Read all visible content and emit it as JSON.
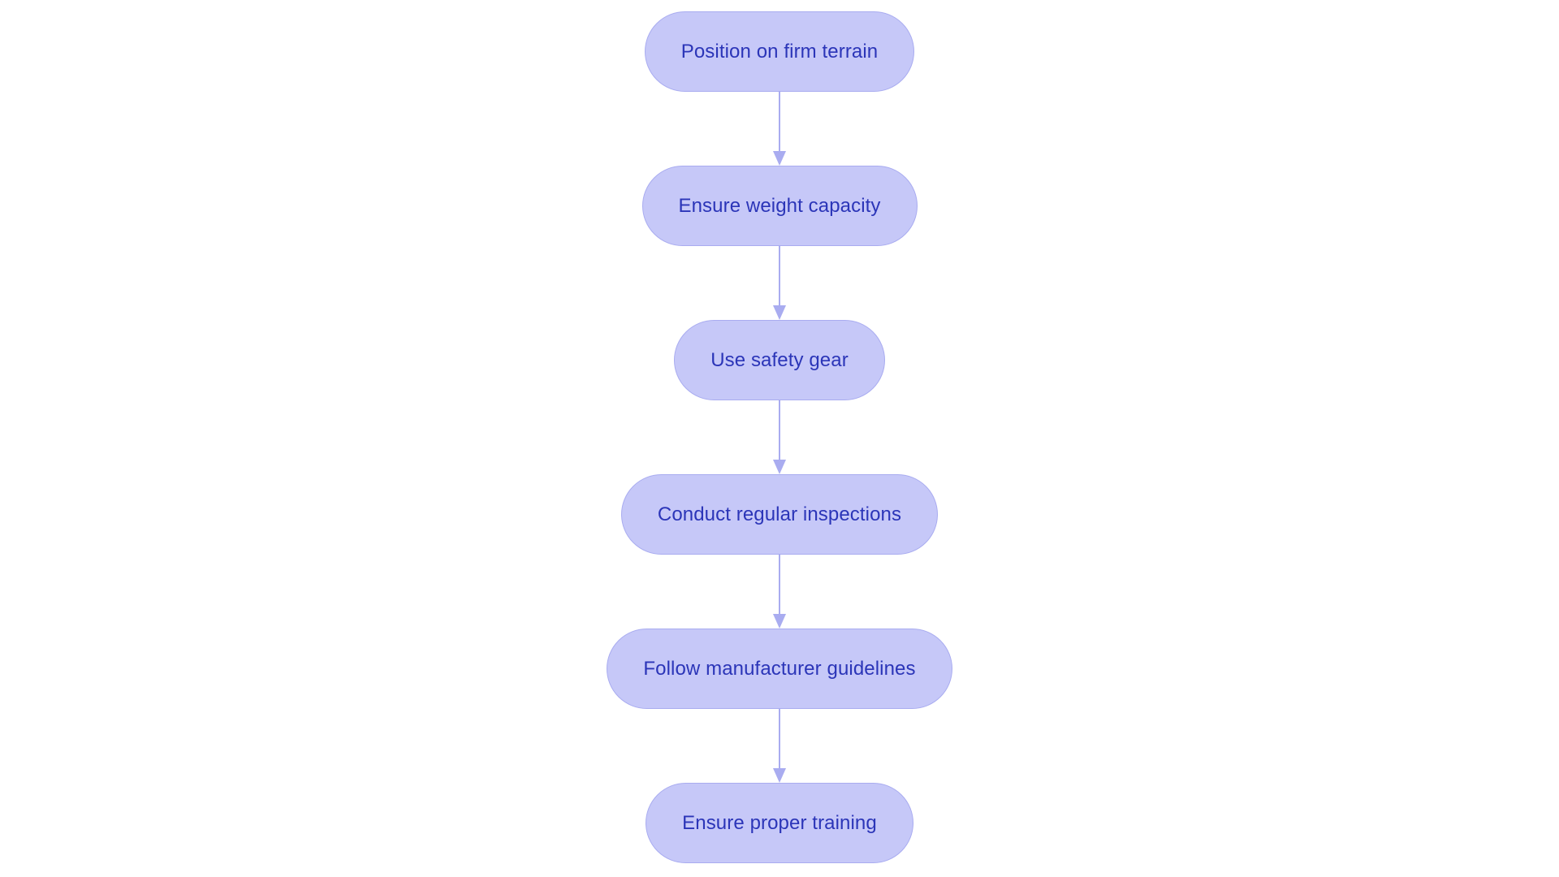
{
  "diagram": {
    "type": "flowchart",
    "orientation": "top-to-bottom",
    "background_color": "#ffffff",
    "node_fill_color": "#c6c8f8",
    "node_border_color": "#a9acf0",
    "node_text_color": "#2b35b8",
    "connector_color": "#a9acf0",
    "node_shape": "stadium",
    "nodes": [
      {
        "id": "n1",
        "label": "Position on firm terrain"
      },
      {
        "id": "n2",
        "label": "Ensure weight capacity"
      },
      {
        "id": "n3",
        "label": "Use safety gear"
      },
      {
        "id": "n4",
        "label": "Conduct regular inspections"
      },
      {
        "id": "n5",
        "label": "Follow manufacturer guidelines"
      },
      {
        "id": "n6",
        "label": "Ensure proper training"
      }
    ],
    "edges": [
      {
        "from": "n1",
        "to": "n2",
        "label": "",
        "arrow": "down"
      },
      {
        "from": "n2",
        "to": "n3",
        "label": "",
        "arrow": "down"
      },
      {
        "from": "n3",
        "to": "n4",
        "label": "",
        "arrow": "down"
      },
      {
        "from": "n4",
        "to": "n5",
        "label": "",
        "arrow": "down"
      },
      {
        "from": "n5",
        "to": "n6",
        "label": "",
        "arrow": "down"
      }
    ]
  }
}
